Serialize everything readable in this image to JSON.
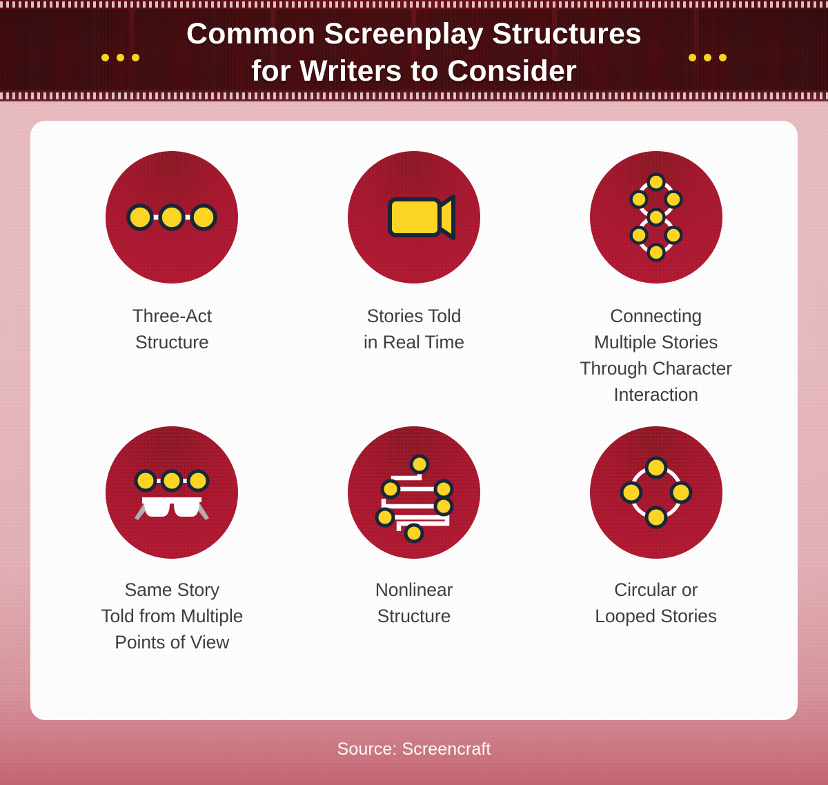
{
  "header": {
    "title_line1": "Common Screenplay Structures",
    "title_line2": "for Writers to Consider",
    "dot_count": 3,
    "frame_count": 6
  },
  "colors": {
    "badge_red": "#ad1730",
    "accent_yellow": "#fbd424",
    "dot_outline_navy": "#17263a",
    "card_white": "#ffffff",
    "page_pink": "#e9bcc1",
    "page_pink_bottom": "#c2636f",
    "header_dark_red": "#4a0c11",
    "caption_gray": "#3c3c3e"
  },
  "items": [
    {
      "icon": "three-nodes-linear-icon",
      "label": "Three-Act\nStructure",
      "label_lines": [
        "Three-Act",
        "Structure"
      ]
    },
    {
      "icon": "video-camera-icon",
      "label": "Stories Told\nin Real Time",
      "label_lines": [
        "Stories Told",
        "in Real Time"
      ]
    },
    {
      "icon": "figure-eight-network-icon",
      "label": "Connecting\nMultiple Stories\nThrough Character\nInteraction",
      "label_lines": [
        "Connecting",
        "Multiple Stories",
        "Through Character",
        "Interaction"
      ]
    },
    {
      "icon": "three-d-glasses-icon",
      "label": "Same Story\nTold from Multiple\nPoints of View",
      "label_lines": [
        "Same Story",
        "Told from Multiple",
        "Points of View"
      ]
    },
    {
      "icon": "branching-path-icon",
      "label": "Nonlinear\nStructure",
      "label_lines": [
        "Nonlinear",
        "Structure"
      ]
    },
    {
      "icon": "circular-loop-icon",
      "label": "Circular or\nLooped Stories",
      "label_lines": [
        "Circular or",
        "Looped Stories"
      ]
    }
  ],
  "footer": {
    "source": "Source: Screencraft"
  }
}
